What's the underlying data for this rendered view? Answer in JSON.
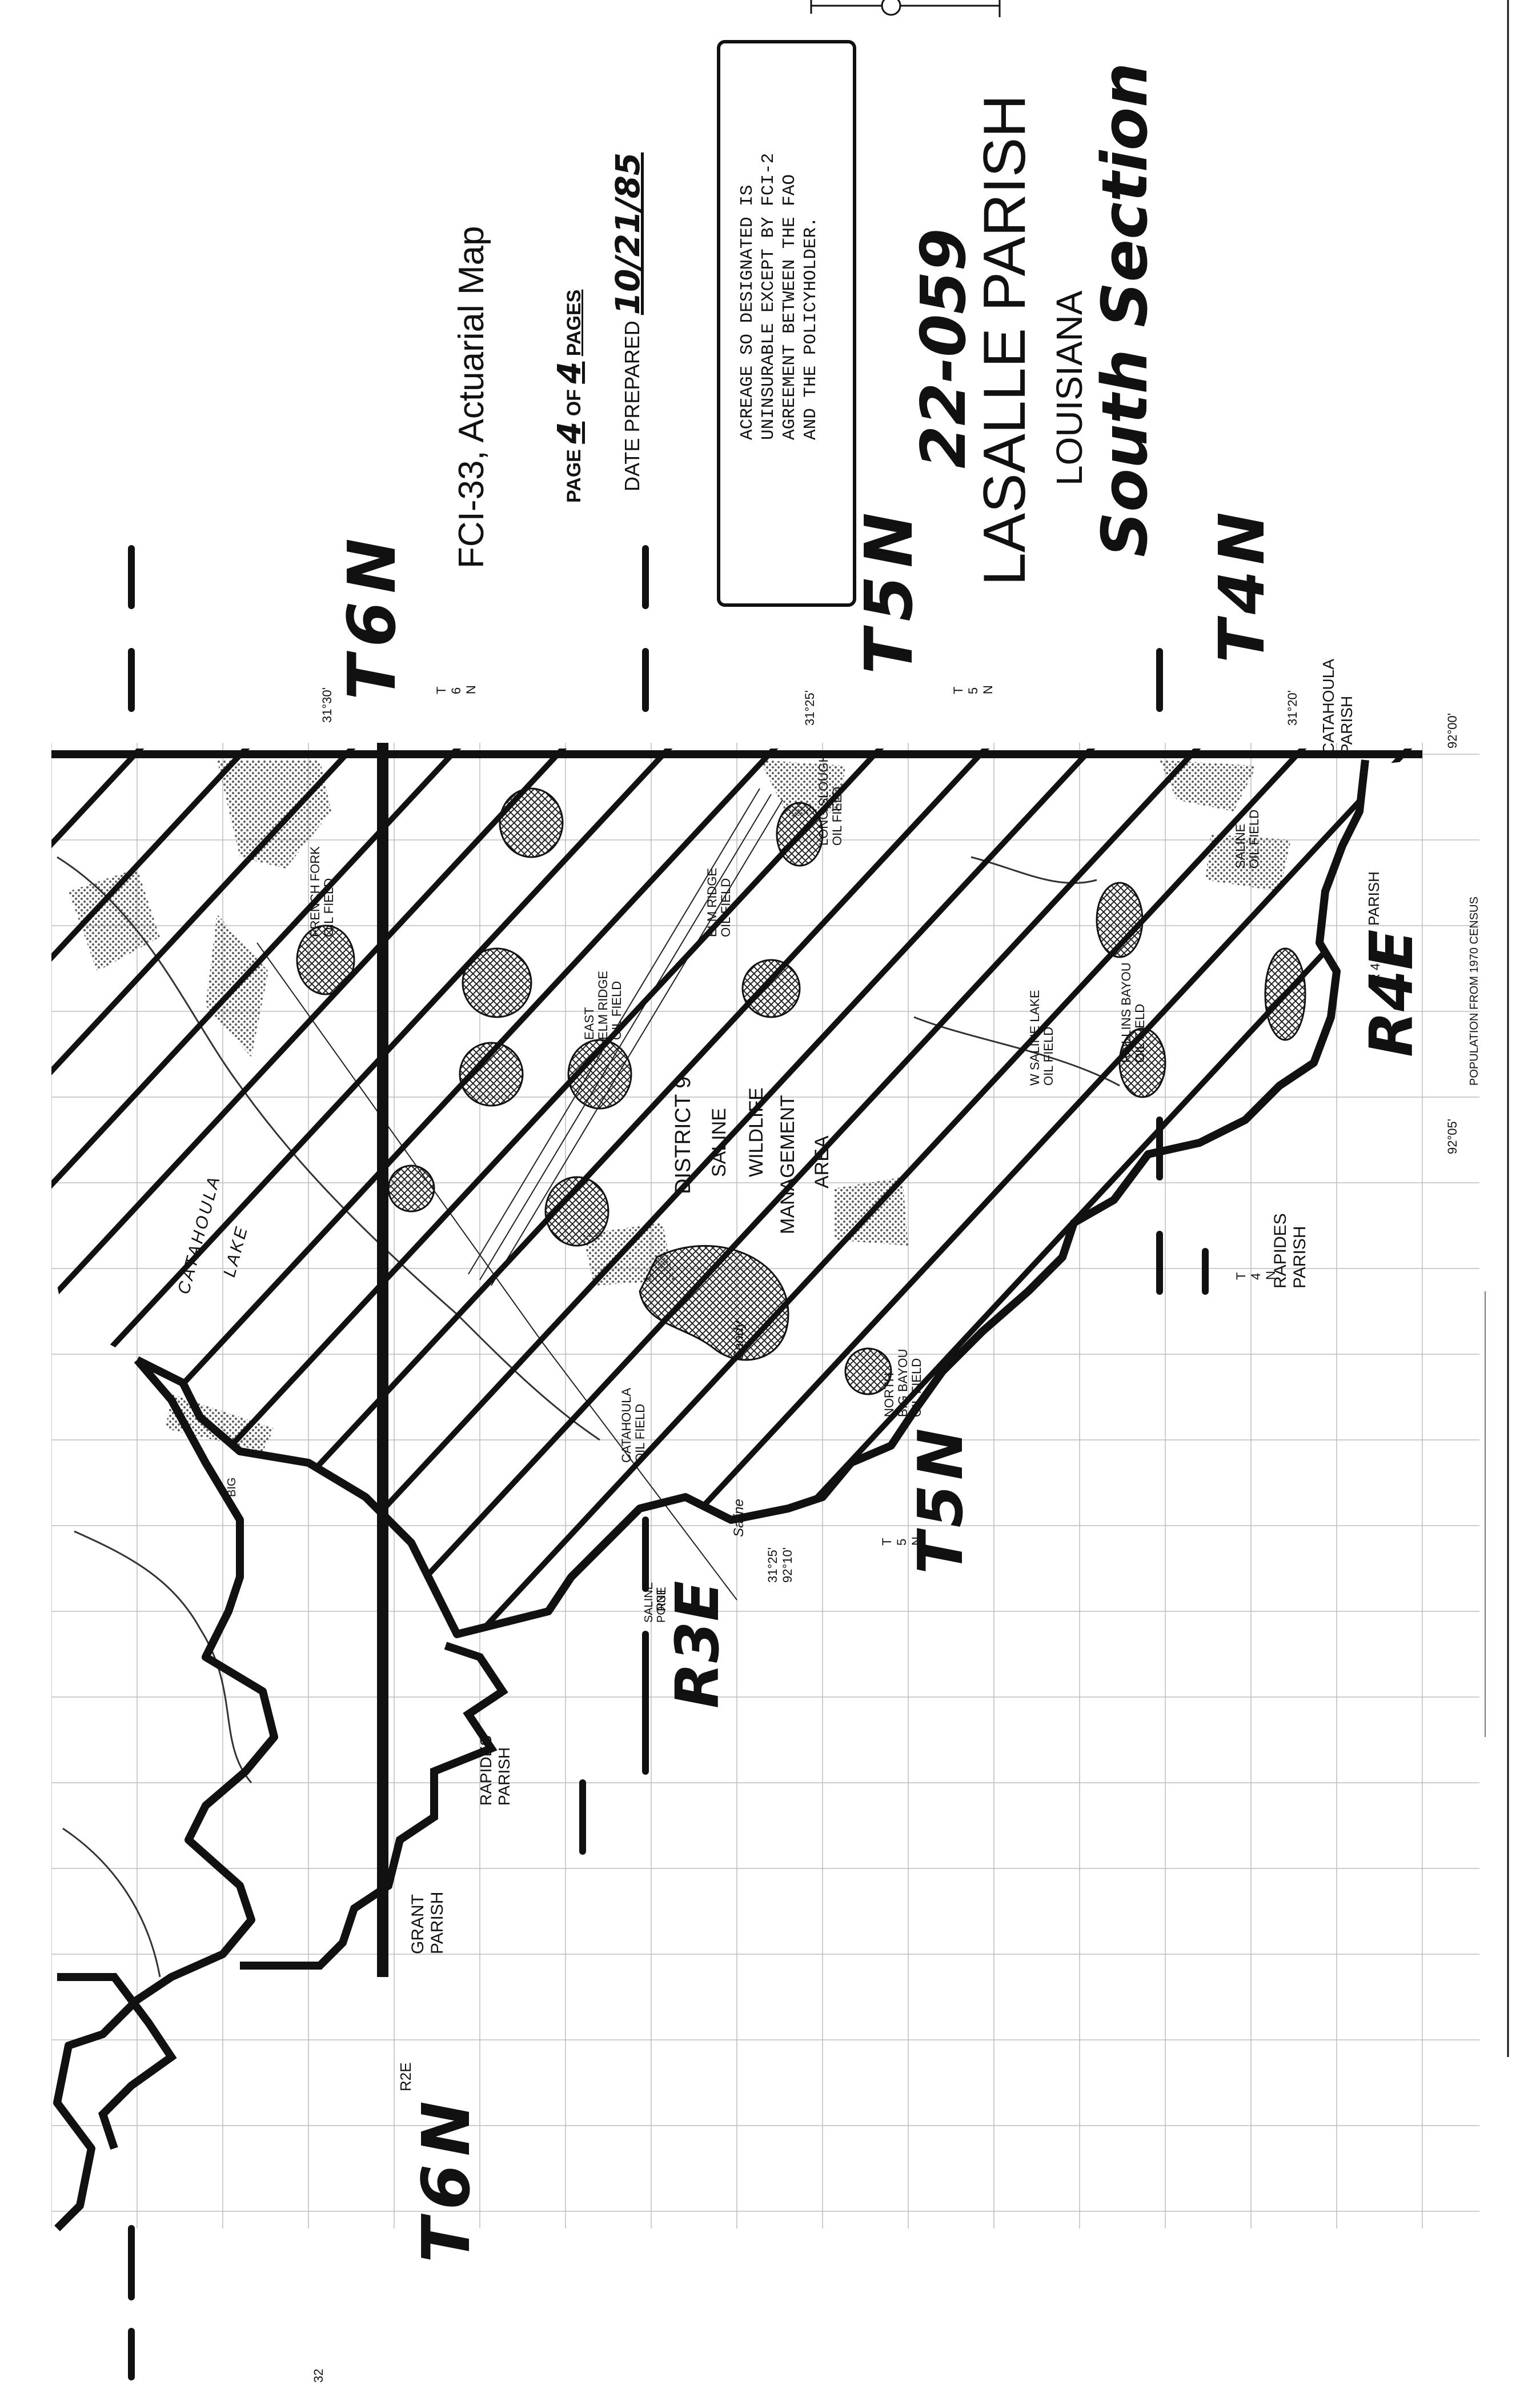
{
  "header": {
    "title": "FCI-33, Actuarial Map",
    "page_label": "PAGE",
    "page_number": "4",
    "of_label": "OF",
    "page_total": "4",
    "pages_label": "PAGES",
    "date_label": "DATE PREPARED",
    "date_value": "10/21/85"
  },
  "legend": {
    "lines": [
      "ACREAGE SO DESIGNATED IS",
      "UNINSURABLE EXCEPT BY FCI-2",
      "AGREEMENT BETWEEN THE FAO",
      "AND THE POLICYHOLDER."
    ]
  },
  "county": {
    "code": "22-059",
    "name": "LASALLE PARISH",
    "state": "LOUISIANA",
    "section": "South Section"
  },
  "township_labels": {
    "t6n_top": "T6N",
    "t5n": "T5N",
    "t4n": "T4N",
    "t6n_bottom": "T6N",
    "t5n_lower": "T5N",
    "r3e": "R3E",
    "r4e": "R4E"
  },
  "place_labels": {
    "catahoula_lake": "CATAHOULA",
    "catahoula_lake2": "LAKE",
    "district": "DISTRICT 9",
    "saline": "SALINE",
    "wildlife": "WILDLIFE",
    "management": "MANAGEMENT",
    "area": "AREA",
    "grant_parish": "GRANT",
    "grant_parish2": "PARISH",
    "rapides_parish_left": "RAPIDES",
    "rapides_parish_left2": "PARISH",
    "rapides_parish_right": "RAPIDES",
    "rapides_parish_right2": "PARISH",
    "catahoula_parish": "CATAHOULA",
    "catahoula_parish2": "PARISH",
    "avoyelles": "PARISH",
    "big_bend": "BIG",
    "ellis": "ELM RIDGE",
    "ellis2": "OIL FIELD",
    "east_elm": "EAST",
    "east_elm2": "ELM RIDGE",
    "east_elm3": "OIL FIELD",
    "french_fork": "FRENCH FORK",
    "french_fork2": "OIL FIELD",
    "long_slough": "LONG SLOUGH",
    "long_slough2": "OIL FIELD",
    "rollins": "ROLLINS BAYOU",
    "rollins2": "OIL FIELD",
    "w_saline": "W SALINE LAKE",
    "w_saline2": "OIL FIELD",
    "saline_oil": "SALINE",
    "saline_oil2": "OIL FIELD",
    "sandy": "Sandy",
    "north_bayou": "NORTH",
    "north_bayou2": "BIG BAYOU",
    "north_bayou3": "OIL FIELD",
    "saline_label": "Saline",
    "saline_point": "SALINE",
    "saline_point2": "POINT",
    "catahoula_oil": "CATAHOULA",
    "catahoula_oil2": "OIL FIELD"
  },
  "coords": {
    "c1": "31°30'",
    "c2": "31°25'",
    "c3": "31°20'",
    "c4": "31°25'",
    "c4b": "92°10'",
    "lon1": "92°05'",
    "lon2": "92°00'"
  },
  "footer": {
    "census": "POPULATION FROM 1970 CENSUS",
    "corner": "R2E",
    "stamp": "32"
  },
  "grid_small": {
    "t": "T",
    "six": "6",
    "n": "N",
    "five": "5",
    "four": "4",
    "r3e_small": "R3E",
    "r4e_small": "R 4 E"
  }
}
